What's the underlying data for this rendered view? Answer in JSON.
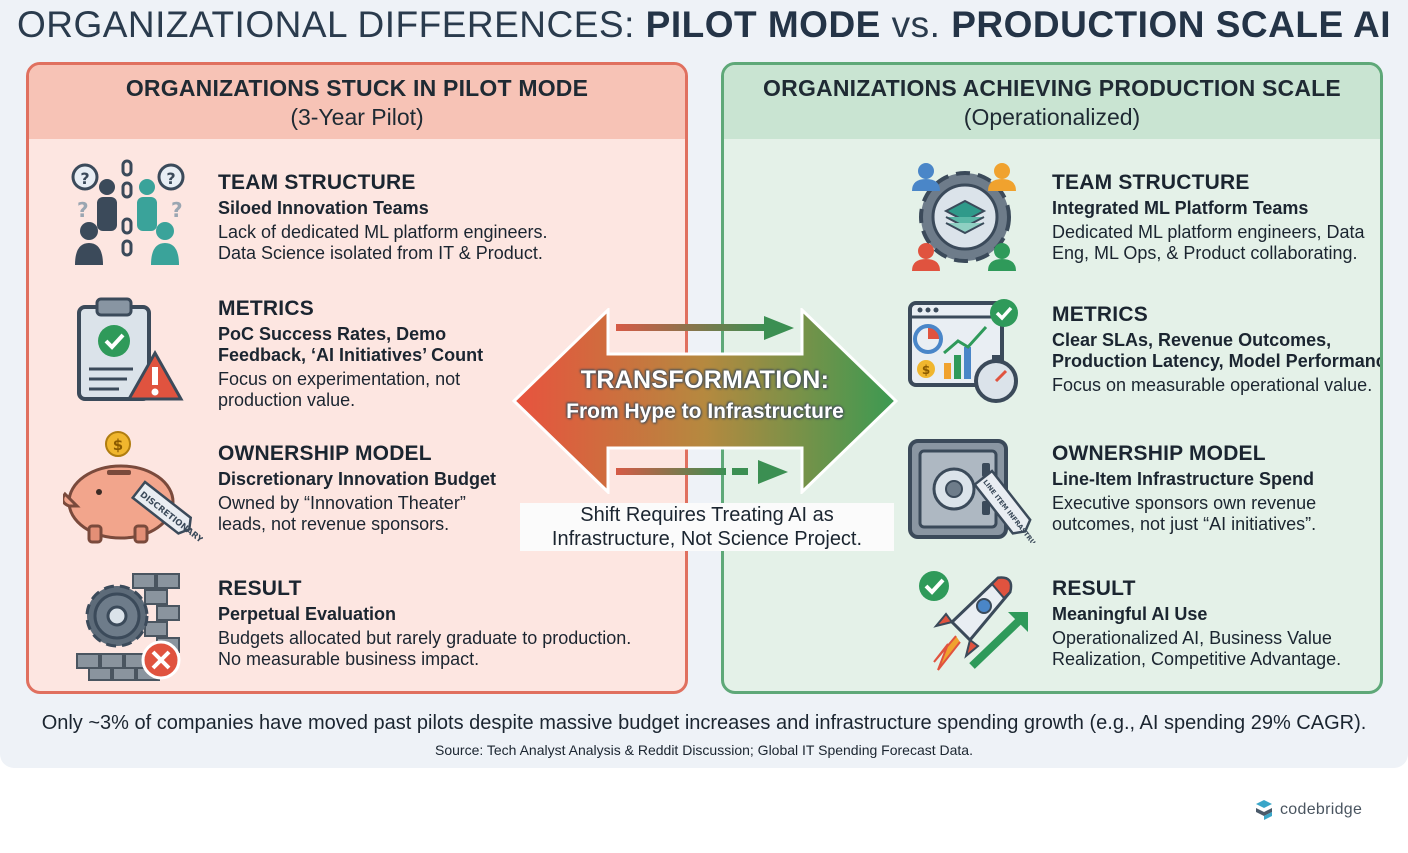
{
  "title": {
    "part1": "ORGANIZATIONAL DIFFERENCES: ",
    "part2": "PILOT MODE",
    "part3": " vs. ",
    "part4": "PRODUCTION SCALE AI"
  },
  "left_panel": {
    "heading": "ORGANIZATIONS STUCK IN PILOT MODE",
    "subheading": "(3-Year Pilot)",
    "sections": [
      {
        "label": "TEAM STRUCTURE",
        "subtitle": "Siloed Innovation Teams",
        "desc1": "Lack of dedicated ML platform engineers.",
        "desc2": "Data Science isolated from IT & Product.",
        "icon": "isolated-people-icon"
      },
      {
        "label": "METRICS",
        "subtitle1": "PoC Success Rates, Demo",
        "subtitle2": "Feedback, ‘AI Initiatives’ Count",
        "desc1": "Focus on experimentation, not",
        "desc2": "production value.",
        "icon": "clipboard-warning-icon"
      },
      {
        "label": "OWNERSHIP MODEL",
        "subtitle": "Discretionary Innovation Budget",
        "desc1": "Owned by “Innovation Theater”",
        "desc2": "leads, not revenue sponsors.",
        "tag": "DISCRETIONARY",
        "icon": "piggy-bank-icon"
      },
      {
        "label": "RESULT",
        "subtitle": "Perpetual Evaluation",
        "desc1": "Budgets allocated but rarely graduate to production.",
        "desc2": "No measurable business impact.",
        "icon": "gear-wall-icon"
      }
    ]
  },
  "right_panel": {
    "heading": "ORGANIZATIONS ACHIEVING PRODUCTION SCALE",
    "subheading": "(Operationalized)",
    "sections": [
      {
        "label": "TEAM STRUCTURE",
        "subtitle": "Integrated ML Platform Teams",
        "desc1": "Dedicated ML platform engineers, Data",
        "desc2": "Eng, ML Ops, & Product collaborating.",
        "icon": "team-gear-icon"
      },
      {
        "label": "METRICS",
        "subtitle1": "Clear SLAs, Revenue Outcomes,",
        "subtitle2": "Production Latency, Model Performance",
        "desc1": "Focus on measurable operational value.",
        "icon": "dashboard-icon"
      },
      {
        "label": "OWNERSHIP MODEL",
        "subtitle": "Line-Item Infrastructure Spend",
        "desc1": "Executive sponsors own revenue",
        "desc2": "outcomes, not just “AI initiatives”.",
        "tag": "LINE ITEM INFRASTRUCTURE",
        "icon": "safe-icon"
      },
      {
        "label": "RESULT",
        "subtitle": "Meaningful AI Use",
        "desc1": "Operationalized AI, Business Value",
        "desc2": "Realization, Competitive Advantage.",
        "icon": "rocket-icon"
      }
    ]
  },
  "center": {
    "title": "TRANSFORMATION:",
    "subtitle": "From Hype to Infrastructure",
    "shift1": "Shift Requires Treating AI as",
    "shift2": "Infrastructure, Not Science Project."
  },
  "footnote": "Only ~3% of companies have moved past pilots despite massive budget increases and infrastructure spending growth (e.g., AI spending 29% CAGR).",
  "source": "Source: Tech Analyst Analysis & Reddit Discussion; Global IT Spending Forecast Data.",
  "logo": {
    "text": "codebridge"
  },
  "colors": {
    "pilot_accent": "#e0705f",
    "pilot_bg": "#fde6e1",
    "production_accent": "#5ea878",
    "production_bg": "#e4f1e8"
  }
}
